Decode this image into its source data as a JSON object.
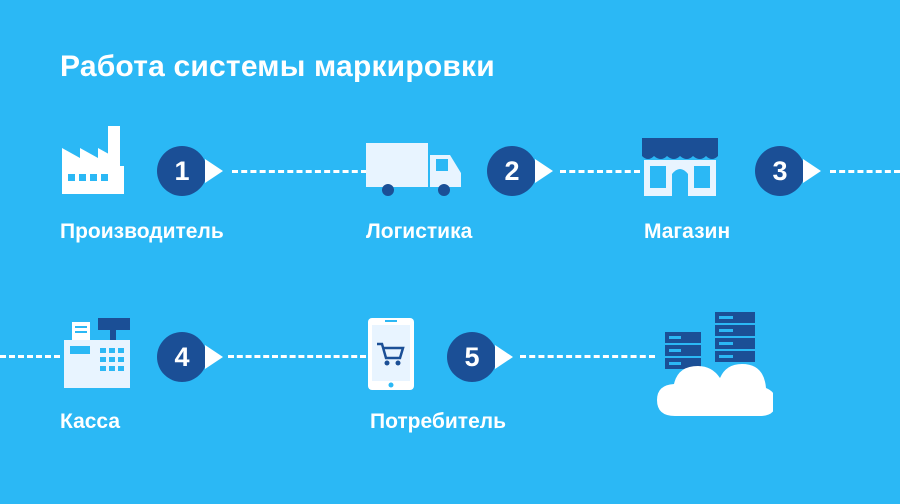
{
  "title": "Работа системы маркировки",
  "steps": [
    {
      "number": "1",
      "label": "Производитель",
      "icon": "factory-icon"
    },
    {
      "number": "2",
      "label": "Логистика",
      "icon": "truck-icon"
    },
    {
      "number": "3",
      "label": "Магазин",
      "icon": "store-icon"
    },
    {
      "number": "4",
      "label": "Касса",
      "icon": "cash-register-icon"
    },
    {
      "number": "5",
      "label": "Потребитель",
      "icon": "smartphone-cart-icon"
    }
  ],
  "final_icon": "cloud-server-icon",
  "colors": {
    "background": "#2bb8f5",
    "badge": "#1b4f96",
    "icon_light": "#e8f4ff",
    "icon_white": "#ffffff",
    "icon_dark": "#1b4f96"
  }
}
